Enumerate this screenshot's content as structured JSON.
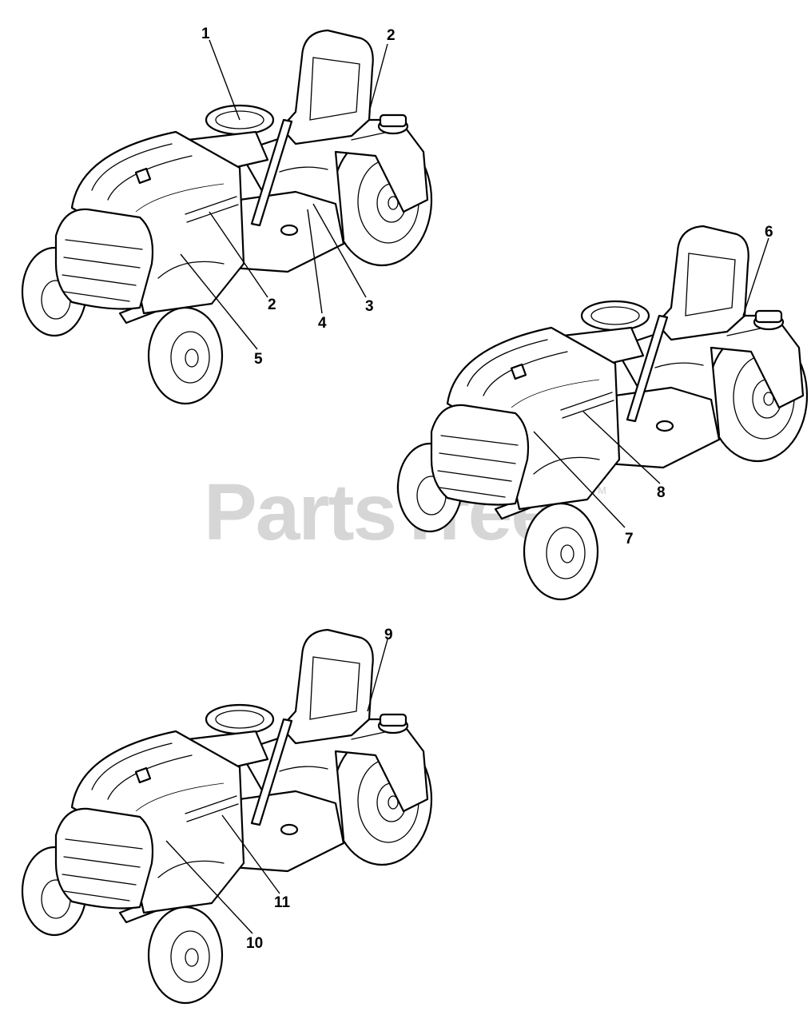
{
  "watermark": {
    "text": "PartsTree",
    "trademark": "TM"
  },
  "callouts": [
    "1",
    "2",
    "2",
    "3",
    "4",
    "5",
    "6",
    "7",
    "8",
    "9",
    "10",
    "11"
  ],
  "colors": {
    "line": "#000000",
    "background": "#ffffff",
    "watermark": "#cfcfcf"
  }
}
